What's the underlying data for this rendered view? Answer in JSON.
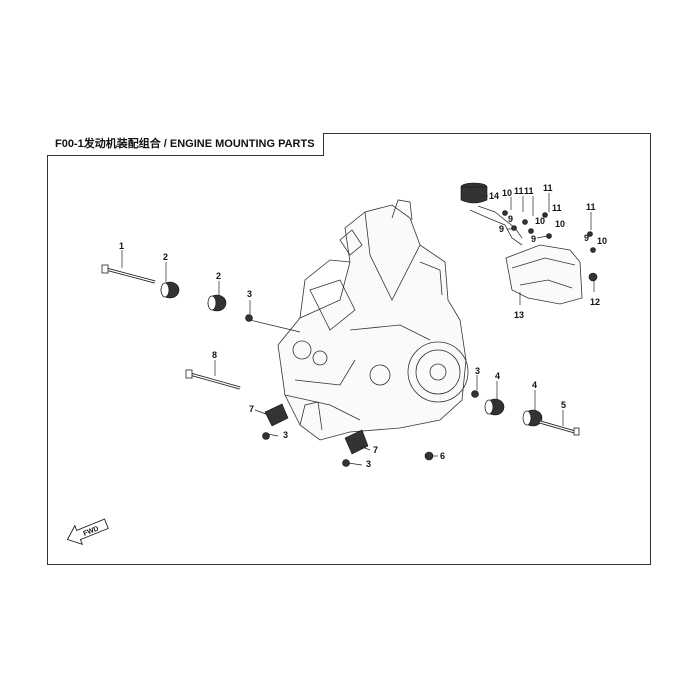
{
  "title": "F00-1发动机装配组合 / ENGINE MOUNTING PARTS",
  "fwd_label": "FWD",
  "callouts": [
    "1",
    "2",
    "2",
    "3",
    "3",
    "3",
    "3",
    "4",
    "4",
    "5",
    "6",
    "7",
    "7",
    "8",
    "9",
    "9",
    "9",
    "9",
    "10",
    "10",
    "10",
    "10",
    "11",
    "11",
    "11",
    "11",
    "11",
    "12",
    "13",
    "14"
  ]
}
